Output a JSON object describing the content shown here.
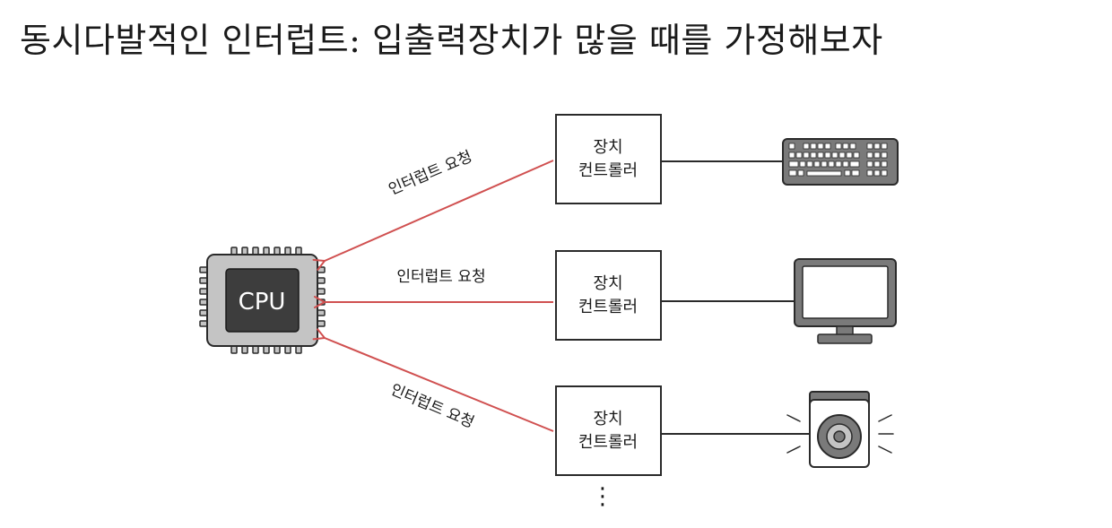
{
  "title": "동시다발적인 인터럽트: 입출력장치가 많을 때를 가정해보자",
  "cpu": {
    "label": "CPU"
  },
  "requests": [
    {
      "label": "인터럽트 요청"
    },
    {
      "label": "인터럽트 요청"
    },
    {
      "label": "인터럽트 요청"
    }
  ],
  "controllers": [
    {
      "line1": "장치",
      "line2": "컨트롤러"
    },
    {
      "line1": "장치",
      "line2": "컨트롤러"
    },
    {
      "line1": "장치",
      "line2": "컨트롤러"
    }
  ],
  "devices": [
    {
      "icon": "keyboard-icon"
    },
    {
      "icon": "monitor-icon"
    },
    {
      "icon": "speaker-icon"
    }
  ],
  "more_indicator": "⋮",
  "colors": {
    "arrow": "#d05050",
    "cpu_body": "#c4c4c4",
    "cpu_core": "#3d3d3d",
    "device": "#7a7a7a"
  }
}
